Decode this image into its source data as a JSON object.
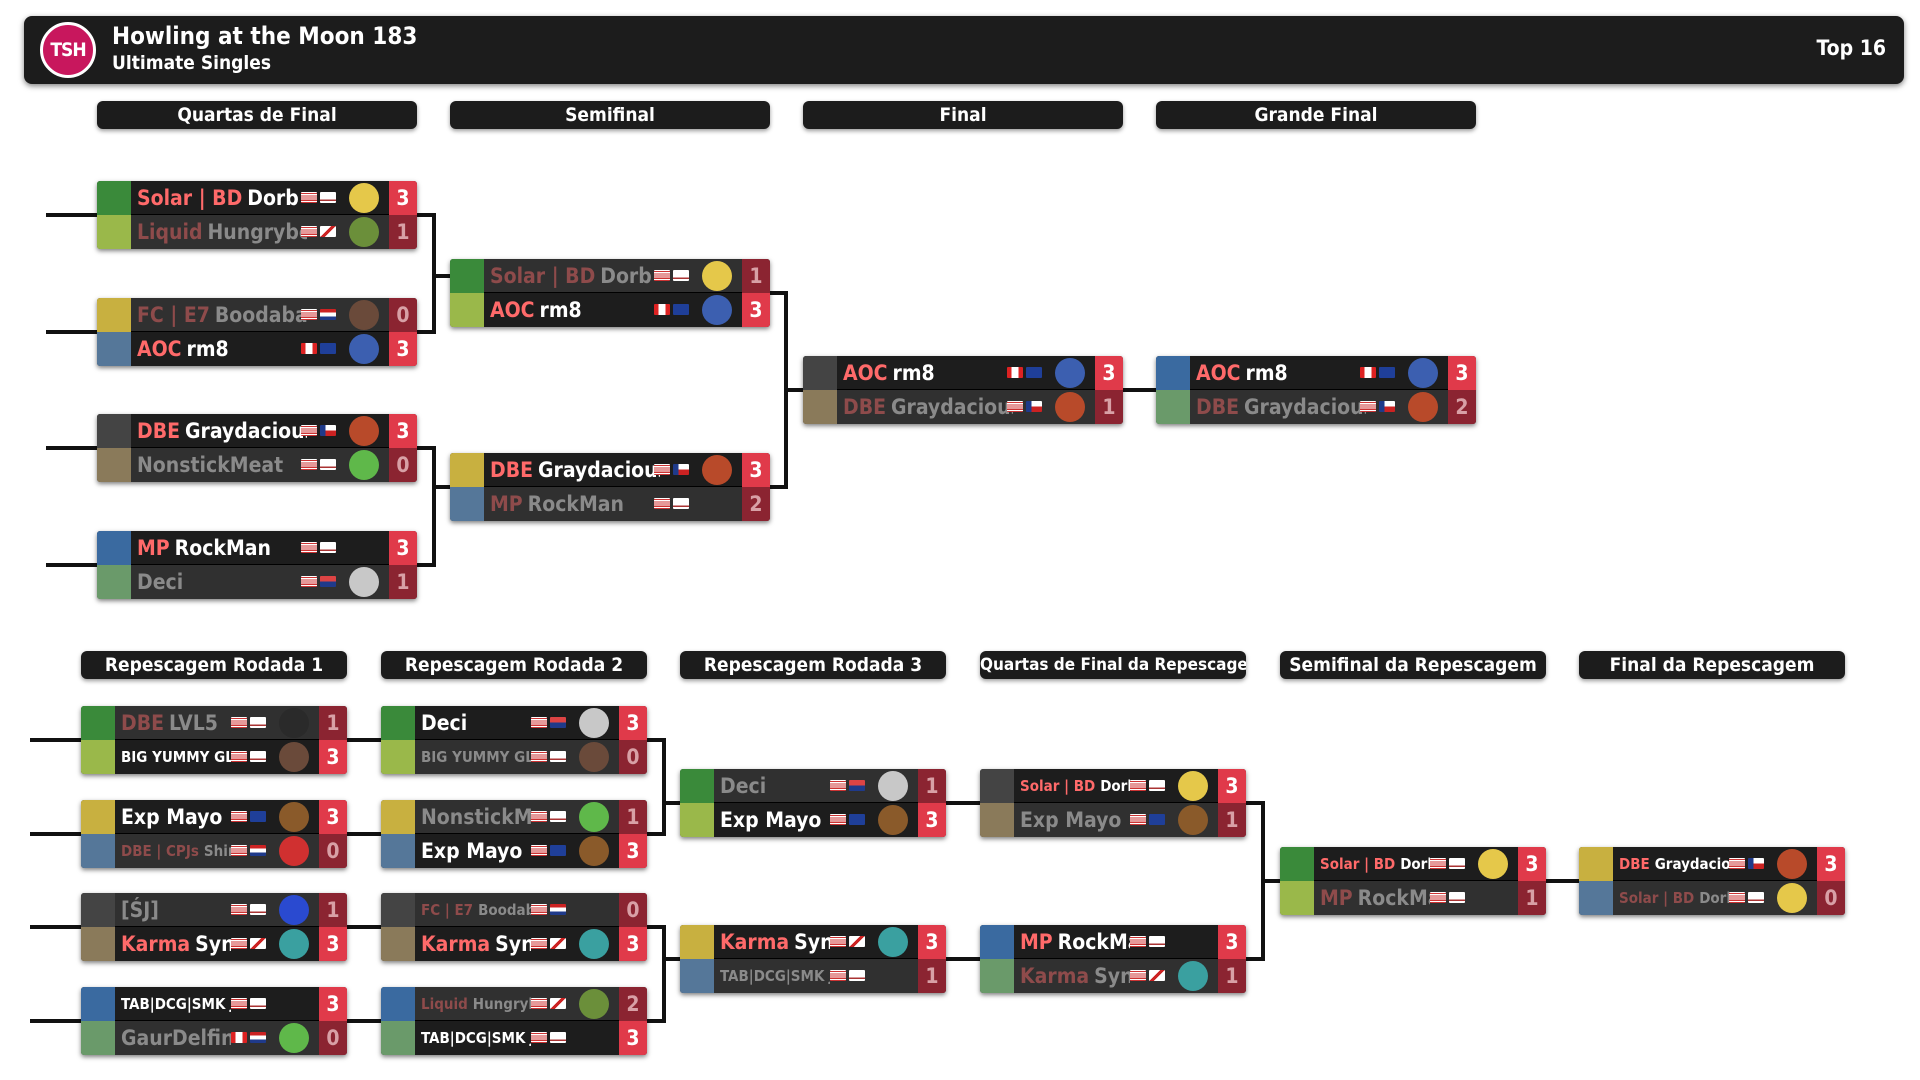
{
  "header": {
    "logo_text": "TSH",
    "title": "Howling at the Moon 183",
    "subtitle": "Ultimate Singles",
    "phase": "Top 16"
  },
  "colors": {
    "accent": "#e03a4a",
    "logo": "#c8175d",
    "panel": "#1c1c1c"
  },
  "rounds": {
    "w1": "Quartas de Final",
    "w2": "Semifinal",
    "w3": "Final",
    "w4": "Grande Final",
    "l1": "Repescagem Rodada 1",
    "l2": "Repescagem Rodada 2",
    "l3": "Repescagem Rodada 3",
    "l4": "Quartas de Final da Repescagem",
    "l5": "Semifinal da Repescagem",
    "l6": "Final da Repescagem"
  },
  "matches": [
    {
      "id": "wq1",
      "p": [
        {
          "team": "Solar | BD",
          "name": "Dorb",
          "score": "3",
          "win": true,
          "flags": [
            "us",
            "ca-state"
          ],
          "char": "cloud"
        },
        {
          "team": "Liquid",
          "name": "Hungrybox",
          "score": "1",
          "win": false,
          "flags": [
            "us",
            "al"
          ],
          "char": "kingk"
        }
      ]
    },
    {
      "id": "wq2",
      "p": [
        {
          "team": "FC | E7",
          "name": "Boodabam",
          "score": "0",
          "win": false,
          "flags": [
            "us",
            "pr"
          ],
          "char": "kazuya"
        },
        {
          "team": "AOC",
          "name": "rm8",
          "score": "3",
          "win": true,
          "flags": [
            "ca",
            "qc"
          ],
          "char": "pit"
        }
      ]
    },
    {
      "id": "wq3",
      "p": [
        {
          "team": "DBE",
          "name": "Graydacious",
          "score": "3",
          "win": true,
          "flags": [
            "us",
            "tx"
          ],
          "char": "terry"
        },
        {
          "team": "",
          "name": "NonstickMeat",
          "score": "0",
          "win": false,
          "flags": [
            "us",
            "ca-state"
          ],
          "char": "yoshi"
        }
      ]
    },
    {
      "id": "wq4",
      "p": [
        {
          "team": "MP",
          "name": "RockMan",
          "score": "3",
          "win": true,
          "flags": [
            "us",
            "ca-state"
          ],
          "char": "none"
        },
        {
          "team": "",
          "name": "Deci",
          "score": "1",
          "win": false,
          "flags": [
            "us",
            "az"
          ],
          "char": "seph"
        }
      ]
    },
    {
      "id": "ws1",
      "p": [
        {
          "team": "Solar | BD",
          "name": "Dorb",
          "score": "1",
          "win": false,
          "flags": [
            "us",
            "ca-state"
          ],
          "char": "cloud"
        },
        {
          "team": "AOC",
          "name": "rm8",
          "score": "3",
          "win": true,
          "flags": [
            "ca",
            "qc"
          ],
          "char": "pit"
        }
      ]
    },
    {
      "id": "ws2",
      "p": [
        {
          "team": "DBE",
          "name": "Graydacious",
          "score": "3",
          "win": true,
          "flags": [
            "us",
            "tx"
          ],
          "char": "terry"
        },
        {
          "team": "MP",
          "name": "RockMan",
          "score": "2",
          "win": false,
          "flags": [
            "us",
            "ca-state"
          ],
          "char": "none"
        }
      ]
    },
    {
      "id": "wf",
      "p": [
        {
          "team": "AOC",
          "name": "rm8",
          "score": "3",
          "win": true,
          "flags": [
            "ca",
            "qc"
          ],
          "char": "pit"
        },
        {
          "team": "DBE",
          "name": "Graydacious",
          "score": "1",
          "win": false,
          "flags": [
            "us",
            "tx"
          ],
          "char": "terry"
        }
      ]
    },
    {
      "id": "gf",
      "p": [
        {
          "team": "AOC",
          "name": "rm8",
          "score": "3",
          "win": true,
          "flags": [
            "ca",
            "qc"
          ],
          "char": "pit"
        },
        {
          "team": "DBE",
          "name": "Graydacious",
          "score": "2",
          "win": false,
          "flags": [
            "us",
            "tx"
          ],
          "char": "terry"
        }
      ]
    },
    {
      "id": "l1a",
      "p": [
        {
          "team": "DBE",
          "name": "LVL5",
          "score": "1",
          "win": false,
          "flags": [
            "us",
            "ca-state"
          ],
          "char": "joker"
        },
        {
          "team": "",
          "name": "BIG YUMMY GLIZZYGLIZZYGLIZZY",
          "score": "3",
          "win": true,
          "flags": [
            "us",
            "ca-state"
          ],
          "char": "kazuya",
          "small": true
        }
      ]
    },
    {
      "id": "l1b",
      "p": [
        {
          "team": "",
          "name": "Exp Mayo",
          "score": "3",
          "win": true,
          "flags": [
            "us",
            "qc"
          ],
          "char": "dk"
        },
        {
          "team": "DBE | CPJs",
          "name": "Shinystone",
          "score": "0",
          "win": false,
          "flags": [
            "us",
            "pr"
          ],
          "char": "mario",
          "small": true
        }
      ]
    },
    {
      "id": "l1c",
      "p": [
        {
          "team": "",
          "name": "[ŚJ]",
          "score": "1",
          "win": false,
          "flags": [
            "us",
            "ca-state"
          ],
          "char": "sonic"
        },
        {
          "team": "Karma",
          "name": "Syntax",
          "score": "3",
          "win": true,
          "flags": [
            "us",
            "al"
          ],
          "char": "steve"
        }
      ]
    },
    {
      "id": "l1d",
      "p": [
        {
          "team": "",
          "name": "TAB|DCG|SMK JTab",
          "score": "3",
          "win": true,
          "flags": [
            "us",
            "ca-state"
          ],
          "char": "none",
          "small": true
        },
        {
          "team": "",
          "name": "GaurDelfino",
          "score": "0",
          "win": false,
          "flags": [
            "ca",
            "pr"
          ],
          "char": "yoshi"
        }
      ]
    },
    {
      "id": "l2a",
      "p": [
        {
          "team": "",
          "name": "Deci",
          "score": "3",
          "win": true,
          "flags": [
            "us",
            "az"
          ],
          "char": "seph"
        },
        {
          "team": "",
          "name": "BIG YUMMY GLIZZYGLIZZYGLIZZY",
          "score": "0",
          "win": false,
          "flags": [
            "us",
            "ca-state"
          ],
          "char": "kazuya",
          "small": true
        }
      ]
    },
    {
      "id": "l2b",
      "p": [
        {
          "team": "",
          "name": "NonstickMeat",
          "score": "1",
          "win": false,
          "flags": [
            "us",
            "ca-state"
          ],
          "char": "yoshi"
        },
        {
          "team": "",
          "name": "Exp Mayo",
          "score": "3",
          "win": true,
          "flags": [
            "us",
            "qc"
          ],
          "char": "dk"
        }
      ]
    },
    {
      "id": "l2c",
      "p": [
        {
          "team": "FC | E7",
          "name": "Boodabam",
          "score": "0",
          "win": false,
          "flags": [
            "us",
            "pr"
          ],
          "char": "none",
          "small": true
        },
        {
          "team": "Karma",
          "name": "Syntax",
          "score": "3",
          "win": true,
          "flags": [
            "us",
            "al"
          ],
          "char": "steve"
        }
      ]
    },
    {
      "id": "l2d",
      "p": [
        {
          "team": "Liquid",
          "name": "Hungrybox",
          "score": "2",
          "win": false,
          "flags": [
            "us",
            "al"
          ],
          "char": "kingk",
          "small": true
        },
        {
          "team": "",
          "name": "TAB|DCG|SMK JTab",
          "score": "3",
          "win": true,
          "flags": [
            "us",
            "ca-state"
          ],
          "char": "none",
          "small": true
        }
      ]
    },
    {
      "id": "l3a",
      "p": [
        {
          "team": "",
          "name": "Deci",
          "score": "1",
          "win": false,
          "flags": [
            "us",
            "az"
          ],
          "char": "seph"
        },
        {
          "team": "",
          "name": "Exp Mayo",
          "score": "3",
          "win": true,
          "flags": [
            "us",
            "qc"
          ],
          "char": "dk"
        }
      ]
    },
    {
      "id": "l3b",
      "p": [
        {
          "team": "Karma",
          "name": "Syntax",
          "score": "3",
          "win": true,
          "flags": [
            "us",
            "al"
          ],
          "char": "steve"
        },
        {
          "team": "",
          "name": "TAB|DCG|SMK JTab",
          "score": "1",
          "win": false,
          "flags": [
            "us",
            "ca-state"
          ],
          "char": "none",
          "small": true
        }
      ]
    },
    {
      "id": "l4a",
      "p": [
        {
          "team": "Solar | BD",
          "name": "Dorb",
          "score": "3",
          "win": true,
          "flags": [
            "us",
            "ca-state"
          ],
          "char": "cloud",
          "small": true
        },
        {
          "team": "",
          "name": "Exp Mayo",
          "score": "1",
          "win": false,
          "flags": [
            "us",
            "qc"
          ],
          "char": "dk"
        }
      ]
    },
    {
      "id": "l4b",
      "p": [
        {
          "team": "MP",
          "name": "RockMan",
          "score": "3",
          "win": true,
          "flags": [
            "us",
            "ca-state"
          ],
          "char": "none"
        },
        {
          "team": "Karma",
          "name": "Syntax",
          "score": "1",
          "win": false,
          "flags": [
            "us",
            "al"
          ],
          "char": "steve"
        }
      ]
    },
    {
      "id": "l5",
      "p": [
        {
          "team": "Solar | BD",
          "name": "Dorb",
          "score": "3",
          "win": true,
          "flags": [
            "us",
            "ca-state"
          ],
          "char": "cloud",
          "small": true
        },
        {
          "team": "MP",
          "name": "RockMan",
          "score": "1",
          "win": false,
          "flags": [
            "us",
            "ca-state"
          ],
          "char": "none"
        }
      ]
    },
    {
      "id": "l6",
      "p": [
        {
          "team": "DBE",
          "name": "Graydacious",
          "score": "3",
          "win": true,
          "flags": [
            "us",
            "tx"
          ],
          "char": "terry",
          "small": true
        },
        {
          "team": "Solar | BD",
          "name": "Dorb",
          "score": "0",
          "win": false,
          "flags": [
            "us",
            "ca-state"
          ],
          "char": "cloud",
          "small": true
        }
      ]
    }
  ]
}
